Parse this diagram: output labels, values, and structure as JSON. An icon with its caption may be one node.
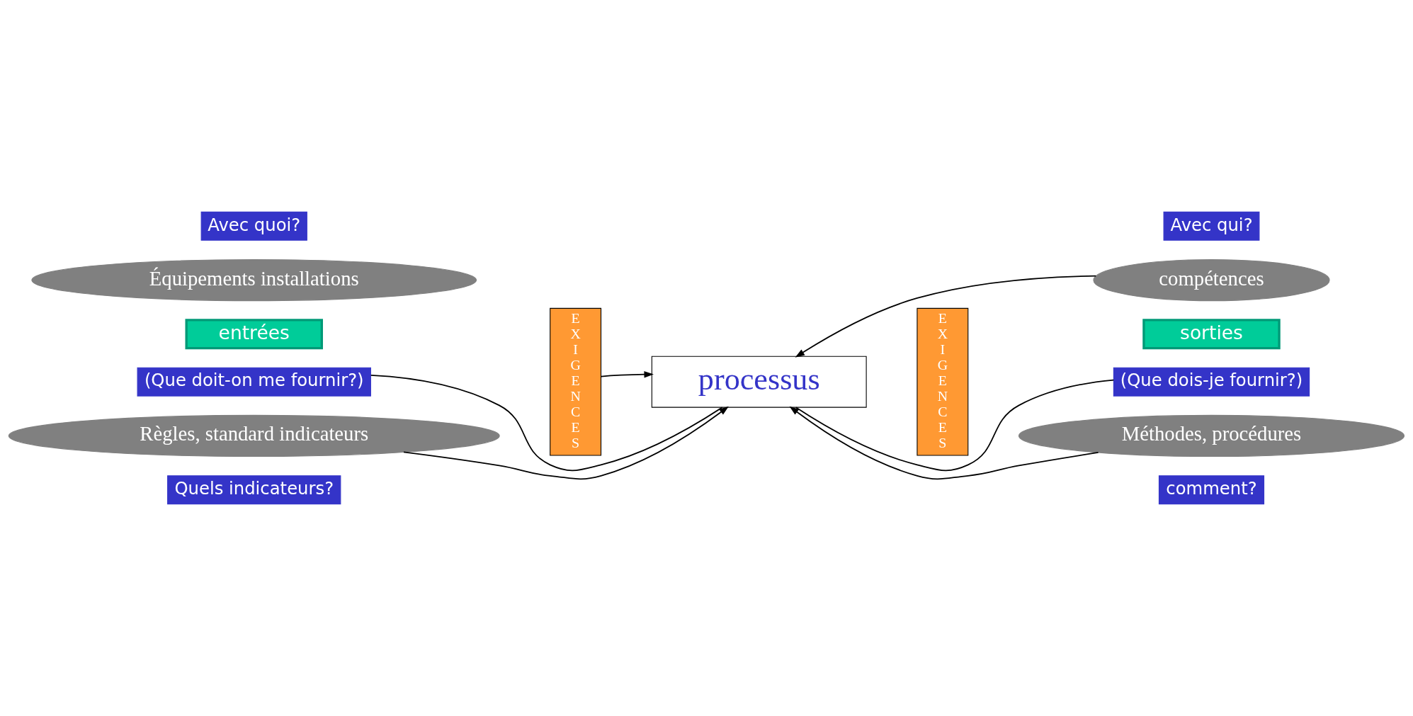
{
  "diagram": {
    "nodes": [
      {
        "text": [
          "Avec quoi?"
        ]
      },
      {
        "text": [
          "Équipements installations"
        ]
      },
      {
        "text": [
          "Avec qui?"
        ]
      },
      {
        "text": [
          "compétences"
        ]
      },
      {
        "text": [
          "EXIGENCES"
        ]
      },
      {
        "text": [
          "entrées"
        ]
      },
      {
        "text": [
          "(Que doit-on me fournir?)"
        ]
      },
      {
        "text": [
          "processus"
        ]
      },
      {
        "text": [
          "EXIGENCES"
        ]
      },
      {
        "text": [
          "sorties"
        ]
      },
      {
        "text": [
          "(Que dois-je fournir?)"
        ]
      },
      {
        "text": [
          "Règles, standard indicateurs"
        ]
      },
      {
        "text": [
          "Méthodes, procédures"
        ]
      },
      {
        "text": [
          "Quels indicateurs?"
        ]
      },
      {
        "text": [
          "comment?"
        ]
      }
    ],
    "edges": [
      {
        "from": 4,
        "to": 7,
        "arrow": "to"
      },
      {
        "from": 3,
        "to": 7,
        "arrow": "to"
      },
      {
        "from": 11,
        "to": 7,
        "arrow": "to"
      },
      {
        "from": 12,
        "to": 7,
        "arrow": "to"
      },
      {
        "from": 6,
        "to": 7,
        "arrow": "none"
      },
      {
        "from": 7,
        "to": 10,
        "arrow": "none"
      }
    ]
  }
}
